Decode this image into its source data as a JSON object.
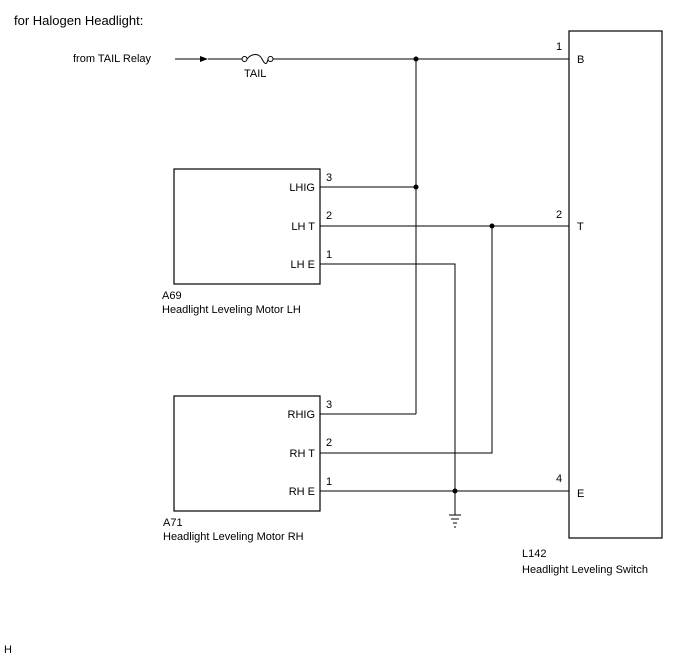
{
  "header": {
    "title": "for Halogen Headlight:"
  },
  "source": {
    "label": "from TAIL Relay"
  },
  "fuse": {
    "label": "TAIL"
  },
  "switch": {
    "code": "L142",
    "name": "Headlight Leveling Switch",
    "terminals": [
      {
        "pin": "1",
        "name": "B"
      },
      {
        "pin": "2",
        "name": "T"
      },
      {
        "pin": "4",
        "name": "E"
      }
    ]
  },
  "motor_lh": {
    "code": "A69",
    "name": "Headlight Leveling Motor LH",
    "terminals": [
      {
        "pin": "3",
        "name": "LHIG"
      },
      {
        "pin": "2",
        "name": "LH T"
      },
      {
        "pin": "1",
        "name": "LH E"
      }
    ]
  },
  "motor_rh": {
    "code": "A71",
    "name": "Headlight Leveling Motor RH",
    "terminals": [
      {
        "pin": "3",
        "name": "RHIG"
      },
      {
        "pin": "2",
        "name": "RH T"
      },
      {
        "pin": "1",
        "name": "RH E"
      }
    ]
  },
  "footer": {
    "code": "H"
  }
}
